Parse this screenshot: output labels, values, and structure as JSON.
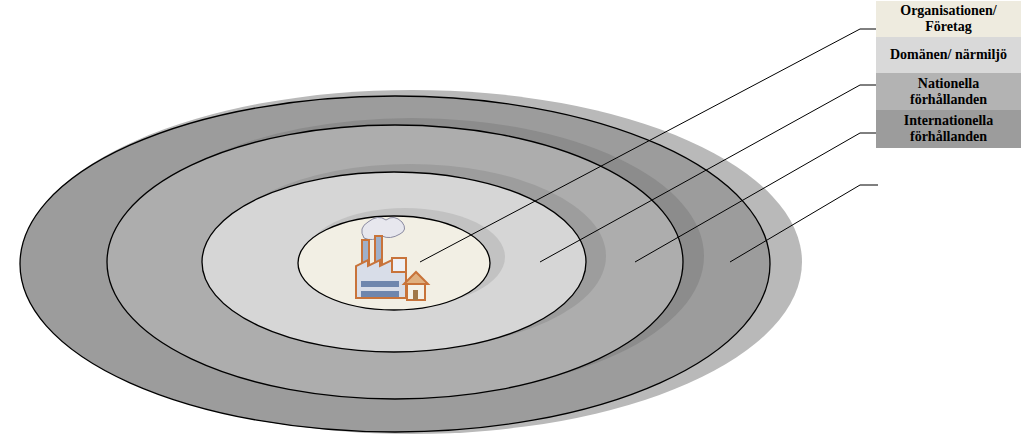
{
  "diagram": {
    "nodes": [
      {
        "text": [
          "Organisationen/ Företag"
        ]
      },
      {
        "text": [
          "Domänen/ närmiljö"
        ]
      },
      {
        "text": [
          "Nationella förhållanden"
        ]
      },
      {
        "text": [
          "Internationella förhållanden"
        ]
      }
    ]
  }
}
